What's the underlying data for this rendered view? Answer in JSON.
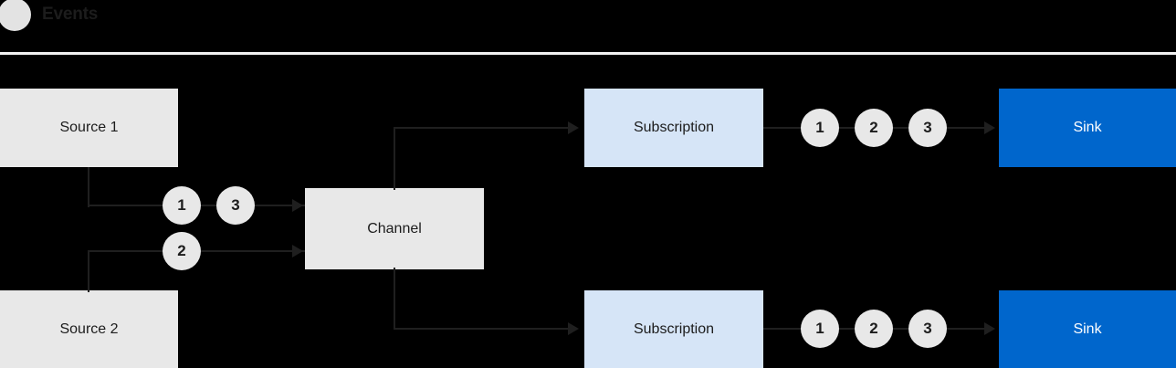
{
  "header": {
    "dot_icon": "events-dot-icon",
    "title": "Events",
    "divider_color": "#f2f2f2"
  },
  "palette": {
    "background": "#000000",
    "gray_fill": "#e8e8e8",
    "light_blue_fill": "#d6e5f7",
    "blue_fill": "#0066cc",
    "line": "#1f1f1f",
    "dark_text": "#1c1c1c",
    "light_text": "#ffffff"
  },
  "diagram": {
    "sources": [
      {
        "label": "Source 1"
      },
      {
        "label": "Source 2"
      }
    ],
    "channel": {
      "label": "Channel"
    },
    "subscriptions": [
      {
        "label": "Subscription"
      },
      {
        "label": "Subscription"
      }
    ],
    "sinks": [
      {
        "label": "Sink"
      },
      {
        "label": "Sink"
      }
    ],
    "ingress_tokens": {
      "source1_stream": [
        "1",
        "3"
      ],
      "source2_stream": [
        "2"
      ]
    },
    "egress_tokens": {
      "subscription1_stream": [
        "1",
        "2",
        "3"
      ],
      "subscription2_stream": [
        "1",
        "2",
        "3"
      ]
    }
  }
}
